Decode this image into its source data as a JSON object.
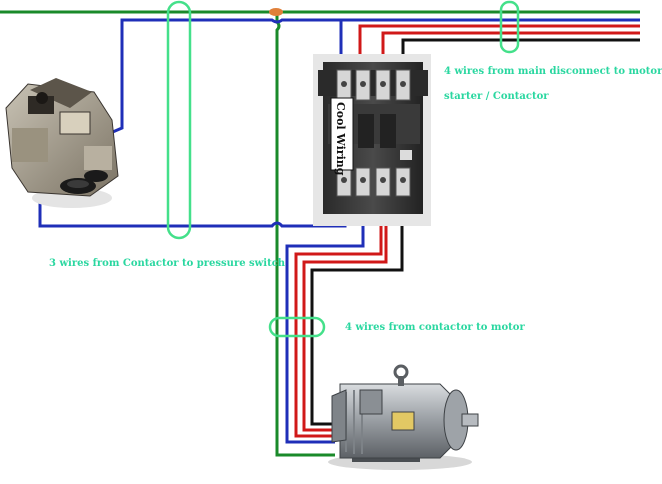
{
  "labels": {
    "main_disconnect_line1": "4 wires from main disconnect to motor",
    "main_disconnect_line2": "starter / Contactor",
    "pressure_switch": "3 wires from Contactor to pressure switch",
    "motor": "4 wires from contactor to motor"
  },
  "contactor": {
    "brand_text": "Cool Wiring"
  },
  "colors": {
    "label": "#2ad7a0",
    "wire_green": "#1a8a2a",
    "wire_blue": "#1f2fb8",
    "wire_red": "#d01818",
    "wire_black": "#111111",
    "clamp": "#44e08a"
  }
}
